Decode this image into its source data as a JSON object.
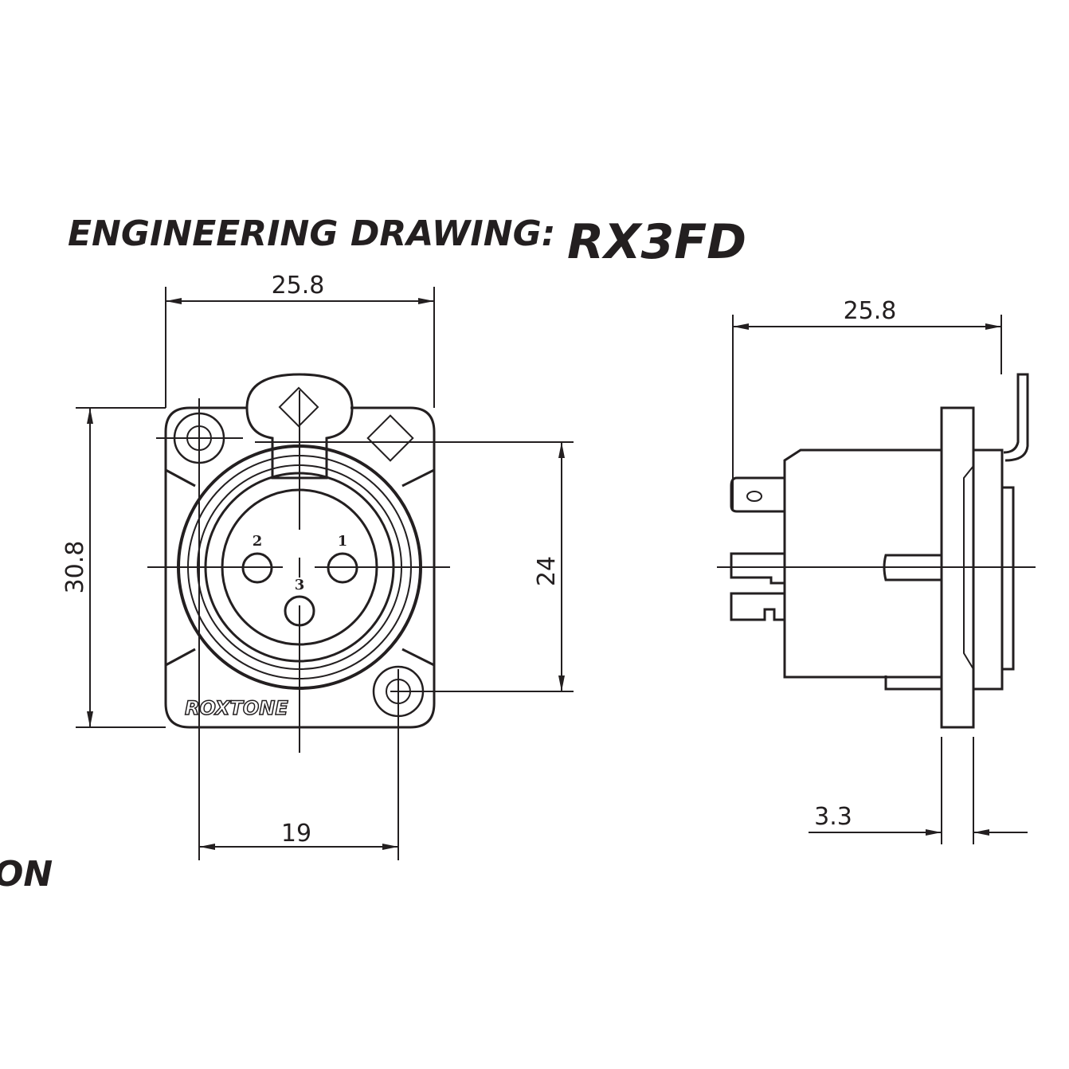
{
  "title": "ENGINEERING DRAWING:",
  "model": "RX3FD",
  "brand": "ROXTONE",
  "fragment_text": "ON",
  "front_view": {
    "width_dim": "25.8",
    "height_dim": "30.8",
    "hole_spacing_vertical": "24",
    "hole_spacing_horizontal": "19",
    "pins": [
      "1",
      "2",
      "3"
    ]
  },
  "side_view": {
    "width_dim": "25.8",
    "flange_dim": "3.3"
  },
  "colors": {
    "line": "#231f20",
    "background": "#ffffff"
  }
}
